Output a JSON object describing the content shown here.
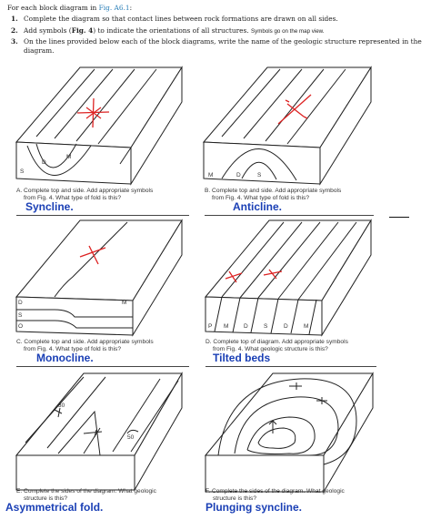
{
  "header": {
    "intro": "For each block diagram in",
    "fig_ref": "Fig. A6.1",
    "intro_end": ":",
    "items": [
      {
        "num": "1.",
        "text": "Complete the diagram so that contact lines between rock formations are drawn on all sides."
      },
      {
        "num": "2.",
        "text_a": "Add symbols (",
        "fig": "Fig. 4",
        "text_b": ") to indicate the orientations of all structures.",
        "note": "Symbols go on the map view."
      },
      {
        "num": "3.",
        "text": "On the lines provided below each of the block diagrams, write the name of the geologic structure represented in the diagram."
      }
    ]
  },
  "panels": {
    "A": {
      "caption_1": "A. Complete top and side. Add appropriate symbols",
      "caption_2": "from Fig. 4. What type of fold is this?",
      "answer": "Syncline.",
      "labels": [
        "S",
        "D",
        "M"
      ]
    },
    "B": {
      "caption_1": "B. Complete top and side. Add appropriate symbols",
      "caption_2": "from Fig. 4. What type of fold is this?",
      "answer": "Anticline.",
      "labels": [
        "M",
        "D",
        "S"
      ]
    },
    "C": {
      "caption_1": "C. Complete top and side. Add appropriate symbols",
      "caption_2": "from Fig. 4. What type of fold is this?",
      "answer": "Monocline.",
      "labels": [
        "D",
        "S",
        "O",
        "M"
      ]
    },
    "D": {
      "caption_1": "D. Complete top of diagram. Add appropriate symbols",
      "caption_2": "from Fig. 4. What geologic structure is this?",
      "answer": "Tilted beds",
      "labels": [
        "P",
        "M",
        "D",
        "S",
        "D",
        "M"
      ]
    },
    "E": {
      "caption_1": "E. Complete the sides of the diagram. What geologic",
      "caption_2": "structure is this?",
      "answer": "Asymmetrical fold.",
      "labels": [
        "30",
        "50"
      ]
    },
    "F": {
      "caption_1": "F. Complete the sides of the diagram. What geologic",
      "caption_2": "structure is this?",
      "answer": "Plunging syncline."
    }
  }
}
